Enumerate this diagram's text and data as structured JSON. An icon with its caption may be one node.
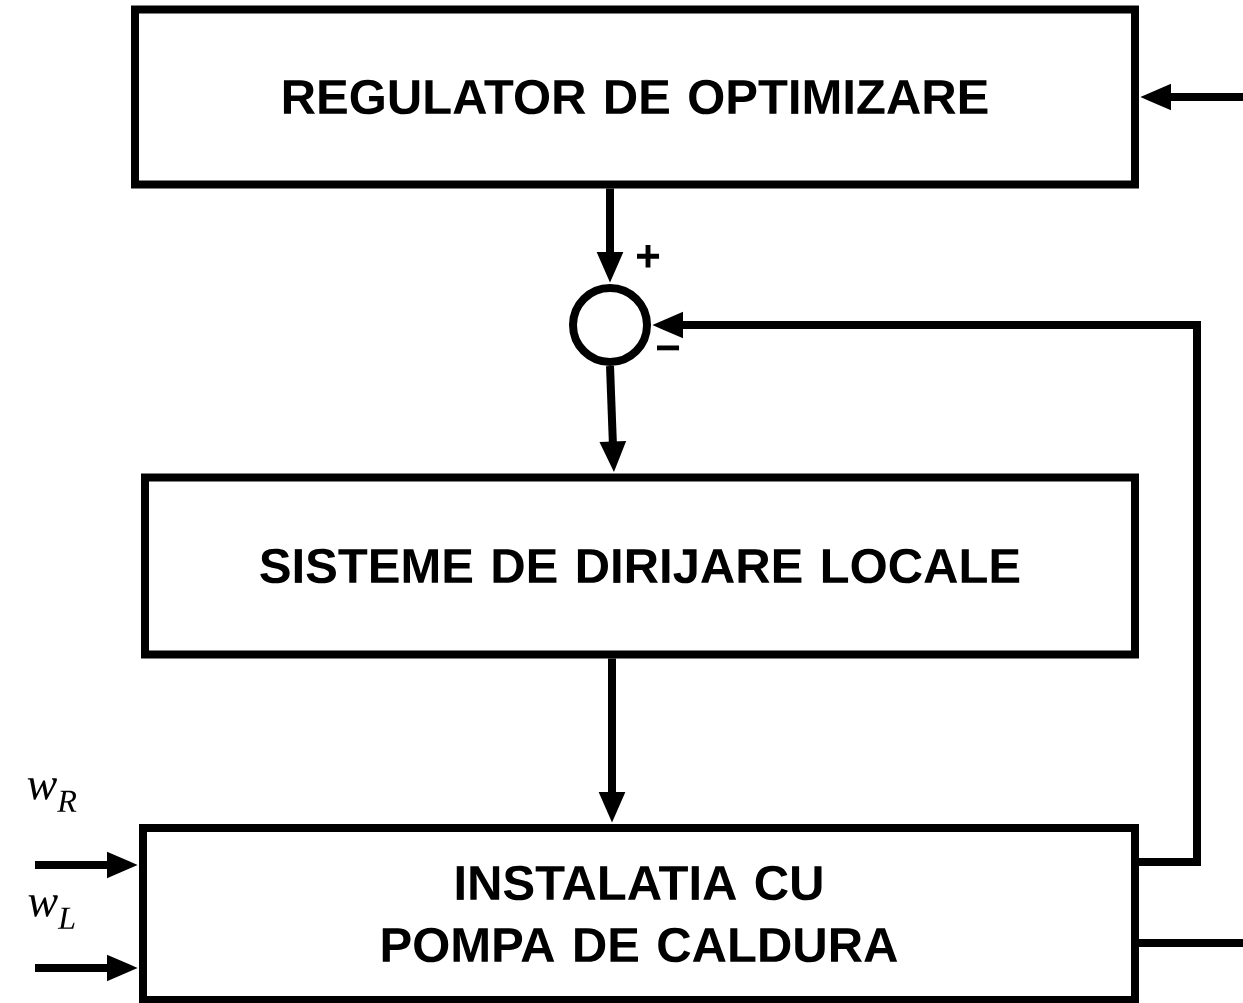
{
  "diagram": {
    "nodes": [
      {
        "text": [
          "REGULATOR DE OPTIMIZARE"
        ]
      },
      {
        "text": [],
        "shape": "circle",
        "beside": [
          "+",
          "−"
        ]
      },
      {
        "text": [
          "SISTEME DE DIRIJARE LOCALE"
        ]
      },
      {
        "text": [
          "INSTALATIA CU POMPA DE CALDURA"
        ]
      }
    ],
    "edges": [
      {
        "from": null,
        "to": 0,
        "arrow": "to"
      },
      {
        "from": 0,
        "to": 1,
        "arrow": "to"
      },
      {
        "from": 1,
        "to": 2,
        "arrow": "to"
      },
      {
        "from": 3,
        "to": 1,
        "arrow": "to"
      },
      {
        "from": 2,
        "to": 3,
        "arrow": "to"
      },
      {
        "from": null,
        "to": 3,
        "arrow": "to",
        "label": "w$_{R}$"
      },
      {
        "from": null,
        "to": 3,
        "arrow": "to",
        "label": "w$_{L}$"
      },
      {
        "from": 3,
        "to": null,
        "arrow": "none"
      }
    ]
  }
}
